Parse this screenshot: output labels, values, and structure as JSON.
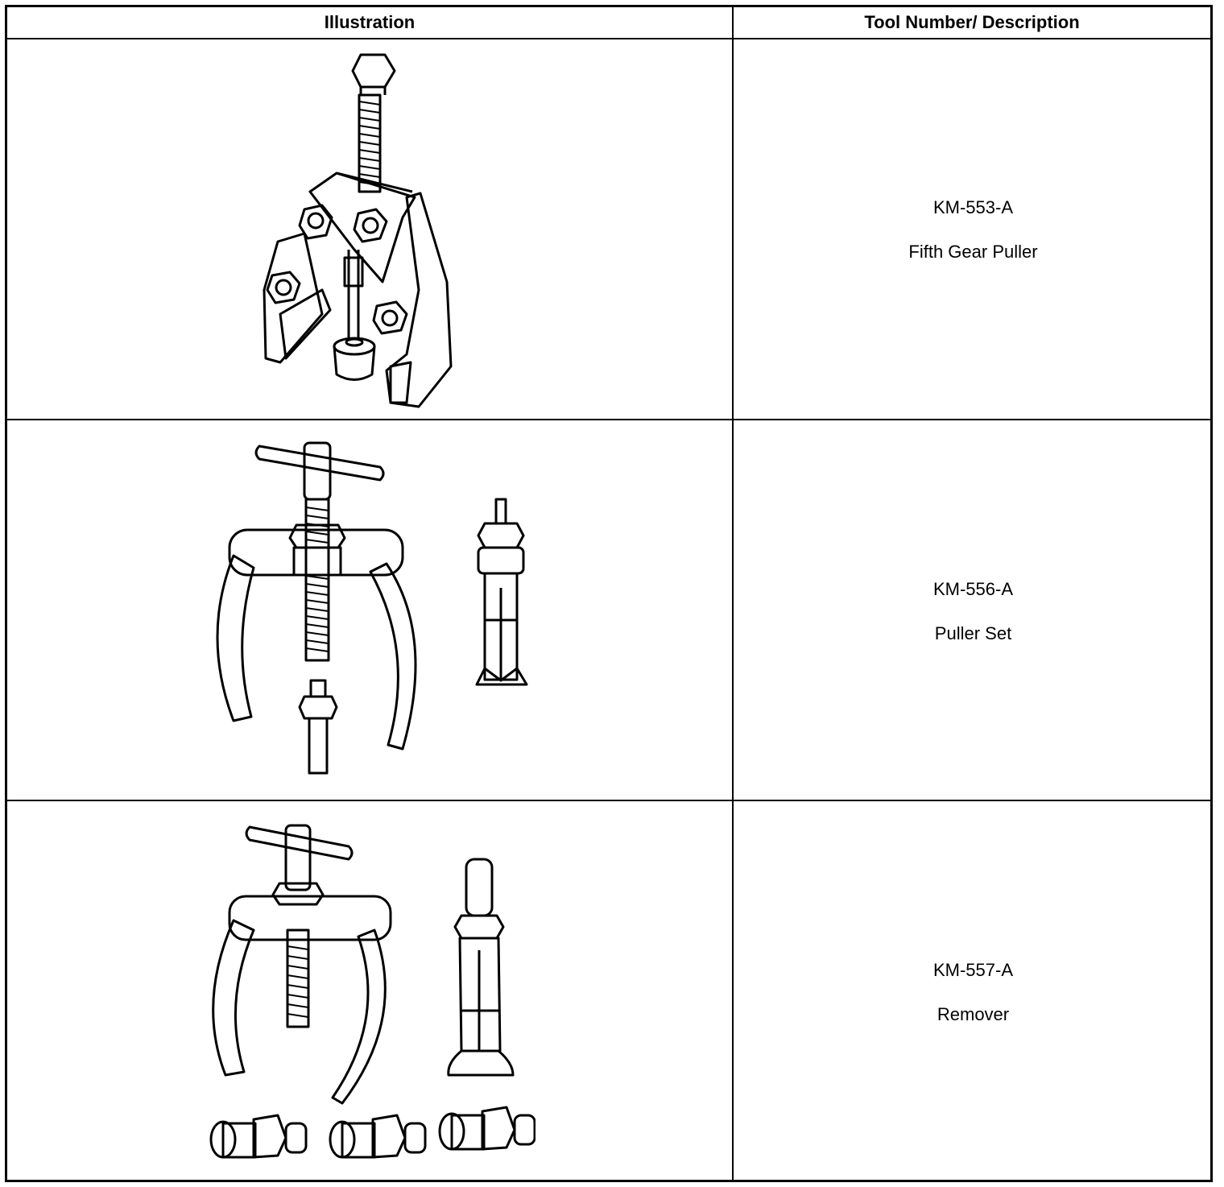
{
  "table": {
    "headers": {
      "illustration": "Illustration",
      "tool": "Tool Number/ Description"
    },
    "rows": [
      {
        "tool_number": "KM-553-A",
        "description": "Fifth Gear Puller",
        "icon": "fifth-gear-puller-icon"
      },
      {
        "tool_number": "KM-556-A",
        "description": "Puller Set",
        "icon": "puller-set-icon"
      },
      {
        "tool_number": "KM-557-A",
        "description": "Remover",
        "icon": "remover-icon"
      }
    ]
  }
}
